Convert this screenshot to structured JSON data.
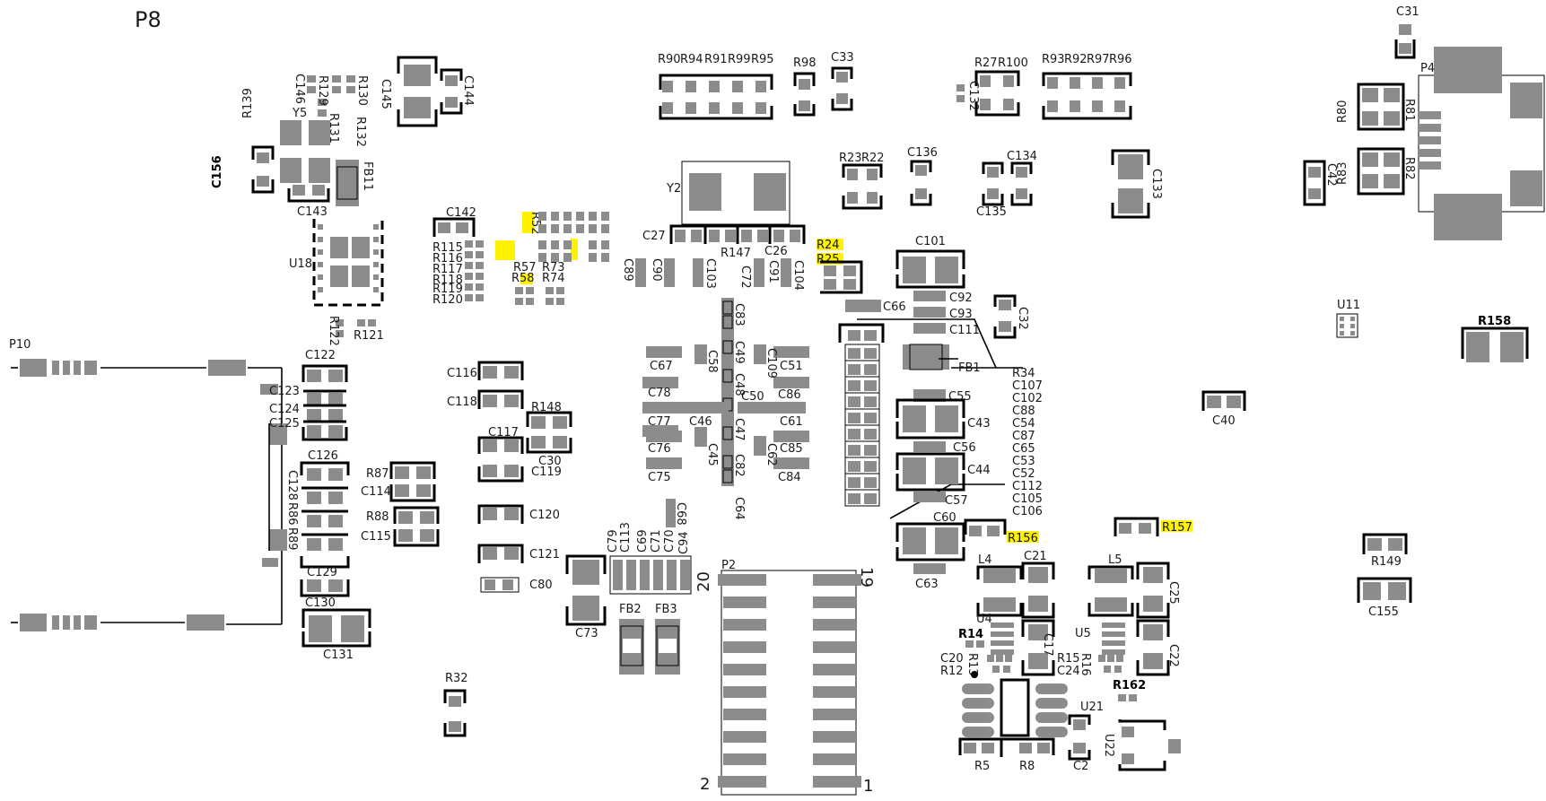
{
  "title": "P8",
  "colors": {
    "pad": "#8c8c8c",
    "silkscreen": "#000000",
    "highlight": "#fff200",
    "background": "#ffffff"
  },
  "labels": {
    "c31": "C31",
    "p4": "P4",
    "r80": "R80",
    "r81": "R81",
    "r83": "R83",
    "r82": "R82",
    "c42": "C42",
    "u11": "U11",
    "r158": "R158",
    "c40": "C40",
    "r149": "R149",
    "c155": "C155",
    "r157": "R157",
    "r90": "R90",
    "r94": "R94",
    "r91": "R91",
    "r99": "R99",
    "r95": "R95",
    "r98": "R98",
    "c33": "C33",
    "r27": "R27",
    "r100": "R100",
    "r93": "R93",
    "r92": "R92",
    "r97": "R97",
    "r96": "R96",
    "c132": "C132",
    "c133": "C133",
    "r23": "R23",
    "r22": "R22",
    "c136": "C136",
    "c134": "C134",
    "c135": "C135",
    "y2": "Y2",
    "c27": "C27",
    "r147": "R147",
    "c26": "C26",
    "r24": "R24",
    "r25": "R25",
    "c89": "C89",
    "c90": "C90",
    "c103": "C103",
    "c72": "C72",
    "c91": "C91",
    "c104": "C104",
    "c101": "C101",
    "c92": "C92",
    "c93": "C93",
    "c111": "C111",
    "c32": "C32",
    "c66": "C66",
    "fb1": "FB1",
    "r34": "R34",
    "c107": "C107",
    "c102": "C102",
    "c88": "C88",
    "c54": "C54",
    "c87": "C87",
    "c65": "C65",
    "c53": "C53",
    "c52": "C52",
    "c112": "C112",
    "c105": "C105",
    "c106": "C106",
    "c55": "C55",
    "c43": "C43",
    "c56": "C56",
    "c44": "C44",
    "c57": "C57",
    "c60": "C60",
    "r156": "R156",
    "c63": "C63",
    "c83": "C83",
    "c49": "C49",
    "c48": "C48",
    "c67": "C67",
    "c58": "C58",
    "c109": "C109",
    "c51": "C51",
    "c78": "C78",
    "c50": "C50",
    "c86": "C86",
    "c77": "C77",
    "c46": "C46",
    "c47": "C47",
    "c61": "C61",
    "c76": "C76",
    "c45": "C45",
    "c62": "C62",
    "c85": "C85",
    "c75": "C75",
    "c82": "C82",
    "c84": "C84",
    "c64": "C64",
    "c68": "C68",
    "c94": "C94",
    "c113": "C113",
    "c69": "C69",
    "c71": "C71",
    "c70": "C70",
    "c79": "C79",
    "c73": "C73",
    "fb2": "FB2",
    "fb3": "FB3",
    "p2": "P2",
    "pin20": "20",
    "pin19": "19",
    "pin2": "2",
    "pin1": "1",
    "c142": "C142",
    "r115": "R115",
    "r116": "R116",
    "r117": "R117",
    "r118": "R118",
    "r119": "R119",
    "r120": "R120",
    "r73": "R73",
    "r74": "R74",
    "r57": "R57",
    "r58": "R58",
    "r52": "R52",
    "c145": "C145",
    "c144": "C144",
    "c146": "C146",
    "r129": "R129",
    "r130": "R130",
    "r131": "R131",
    "r132": "R132",
    "y5": "Y5",
    "r139": "R139",
    "c156": "C156",
    "fb11": "FB11",
    "c143": "C143",
    "u18": "U18",
    "r122": "R122",
    "r121": "R121",
    "p10": "P10",
    "c122": "C122",
    "c123": "C123",
    "c124": "C124",
    "c125": "C125",
    "c126": "C126",
    "c128": "C128",
    "r86": "R86",
    "r89": "R89",
    "c129": "C129",
    "c130": "C130",
    "c131": "C131",
    "r87": "R87",
    "c114": "C114",
    "r88": "R88",
    "c115": "C115",
    "c116": "C116",
    "c118": "C118",
    "r148": "R148",
    "c117": "C117",
    "c30": "C30",
    "c119": "C119",
    "c120": "C120",
    "c121": "C121",
    "c80": "C80",
    "r32": "R32",
    "l4": "L4",
    "c21": "C21",
    "l5": "L5",
    "c25": "C25",
    "u4": "U4",
    "r14": "R14",
    "c17": "C17",
    "u5": "U5",
    "c22": "C22",
    "c20": "C20",
    "r13": "R13",
    "r12": "R12",
    "r15": "R15",
    "r16": "R16",
    "c24": "C24",
    "r162": "R162",
    "u21": "U21",
    "u22": "U22",
    "r5": "R5",
    "r8": "R8",
    "c2": "C2"
  }
}
